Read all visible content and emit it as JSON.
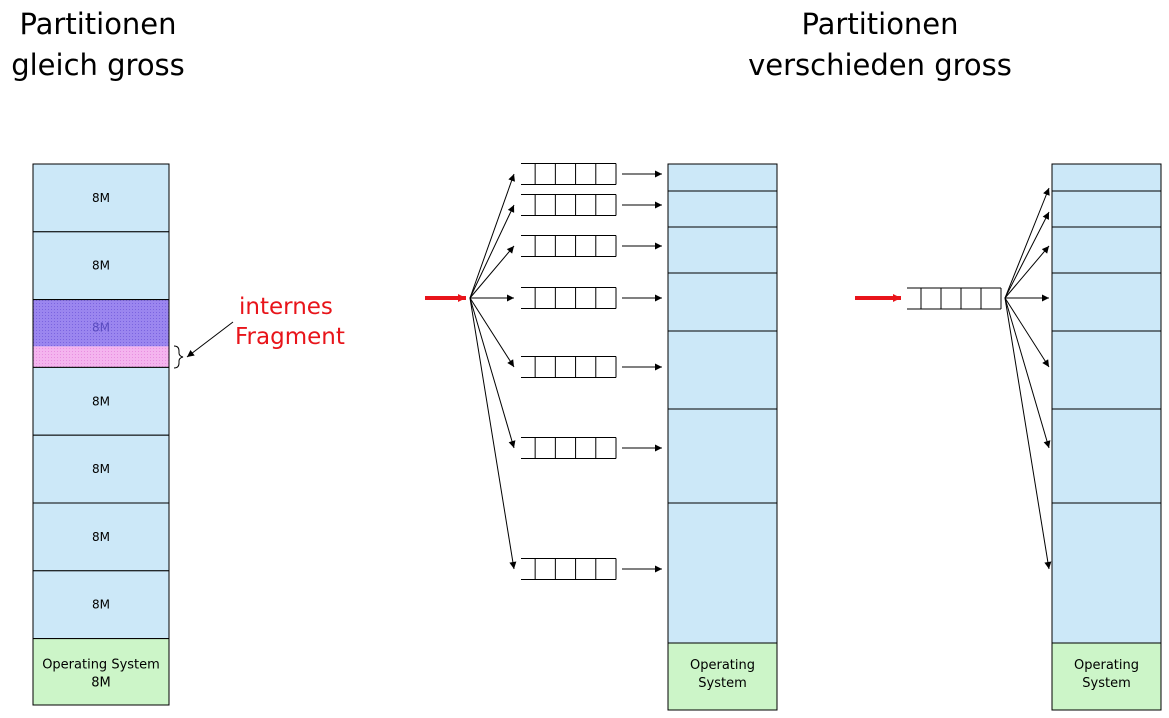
{
  "titles": {
    "left": [
      "Partitionen",
      "gleich gross"
    ],
    "right": [
      "Partitionen",
      "verschieden gross"
    ]
  },
  "annotation": [
    "internes",
    "Fragment"
  ],
  "colors": {
    "partition_fill": "#cce8f8",
    "os_fill": "#ccf5c8",
    "used_fill": "#9b86ef",
    "fragment_fill": "#f4b4ee",
    "stroke": "#000000",
    "incoming_arrow": "#e8141a"
  },
  "equal_partitions": {
    "labels": [
      "8M",
      "8M",
      "8M",
      "8M",
      "8M",
      "8M",
      "8M"
    ],
    "os_label": [
      "Operating System",
      "8M"
    ],
    "occupied_partition_index": 2
  },
  "unequal_multi_queue": {
    "partition_count": 8,
    "os_label": [
      "Operating",
      "System"
    ]
  },
  "unequal_single_queue": {
    "partition_count": 8,
    "os_label": [
      "Operating",
      "System"
    ]
  }
}
